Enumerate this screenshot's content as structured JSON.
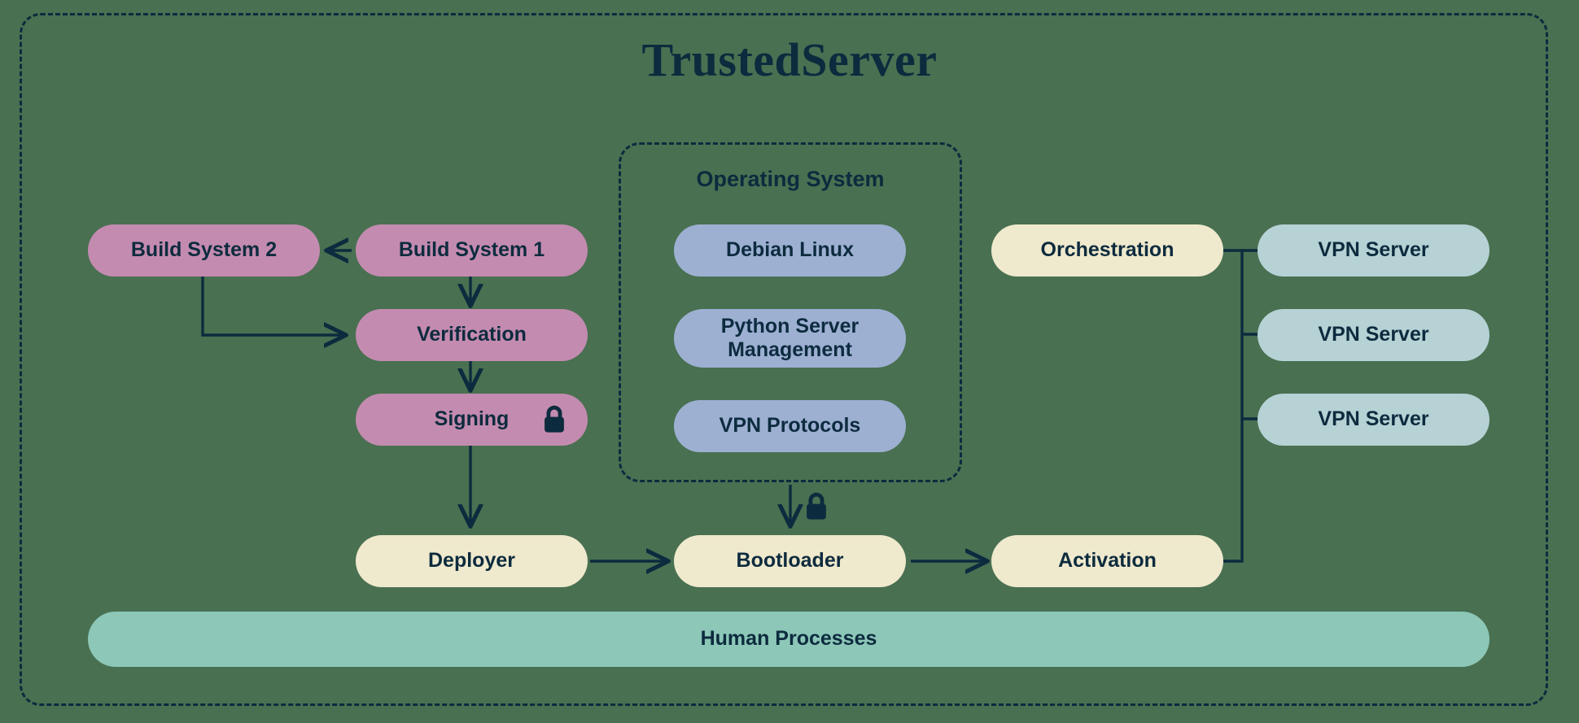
{
  "diagram": {
    "title": "TrustedServer",
    "background_color": "#497051",
    "line_color": "#0d2b3e",
    "outer_border": "dashed"
  },
  "groups": {
    "operating_system": {
      "label": "Operating System",
      "border": "dashed",
      "nodes": [
        {
          "id": "debian",
          "label": "Debian Linux",
          "color": "#9db0d2"
        },
        {
          "id": "python",
          "label": "Python Server\nManagement",
          "line1": "Python Server",
          "line2": "Management",
          "color": "#9db0d2"
        },
        {
          "id": "vpnproto",
          "label": "VPN Protocols",
          "color": "#9db0d2"
        }
      ]
    }
  },
  "nodes": {
    "build_system_2": {
      "label": "Build System 2",
      "color": "#c48bb0"
    },
    "build_system_1": {
      "label": "Build System 1",
      "color": "#c48bb0"
    },
    "verification": {
      "label": "Verification",
      "color": "#c48bb0"
    },
    "signing": {
      "label": "Signing",
      "color": "#c48bb0",
      "icon": "lock-icon"
    },
    "deployer": {
      "label": "Deployer",
      "color": "#efe9cd"
    },
    "bootloader": {
      "label": "Bootloader",
      "color": "#efe9cd"
    },
    "activation": {
      "label": "Activation",
      "color": "#efe9cd"
    },
    "orchestration": {
      "label": "Orchestration",
      "color": "#efe9cd"
    },
    "vpn_server_1": {
      "label": "VPN Server",
      "color": "#b6d2d5"
    },
    "vpn_server_2": {
      "label": "VPN Server",
      "color": "#b6d2d5"
    },
    "vpn_server_3": {
      "label": "VPN Server",
      "color": "#b6d2d5"
    },
    "human_processes": {
      "label": "Human Processes",
      "color": "#8cc7b8"
    }
  },
  "edges": [
    {
      "from": "build_system_1",
      "to": "build_system_2",
      "style": "solid",
      "arrow": true
    },
    {
      "from": "build_system_1",
      "to": "verification",
      "style": "solid",
      "arrow": true
    },
    {
      "from": "build_system_2",
      "to": "verification",
      "style": "solid",
      "arrow": true
    },
    {
      "from": "verification",
      "to": "signing",
      "style": "solid",
      "arrow": true
    },
    {
      "from": "signing",
      "to": "deployer",
      "style": "solid",
      "arrow": true
    },
    {
      "from": "deployer",
      "to": "bootloader",
      "style": "solid",
      "arrow": true
    },
    {
      "from": "operating_system",
      "to": "bootloader",
      "style": "solid",
      "arrow": true,
      "icon": "lock-icon"
    },
    {
      "from": "bootloader",
      "to": "activation",
      "style": "solid",
      "arrow": true
    },
    {
      "from": "activation",
      "to": "orchestration",
      "style": "solid",
      "arrow": false
    },
    {
      "from": "orchestration",
      "to": "vpn_server_1",
      "style": "solid",
      "arrow": true
    },
    {
      "from": "orchestration",
      "to": "vpn_server_2",
      "style": "solid",
      "arrow": true
    },
    {
      "from": "orchestration",
      "to": "vpn_server_3",
      "style": "solid",
      "arrow": true
    }
  ],
  "icons": {
    "lock_signing": "lock-icon",
    "lock_os_boot": "lock-icon"
  }
}
